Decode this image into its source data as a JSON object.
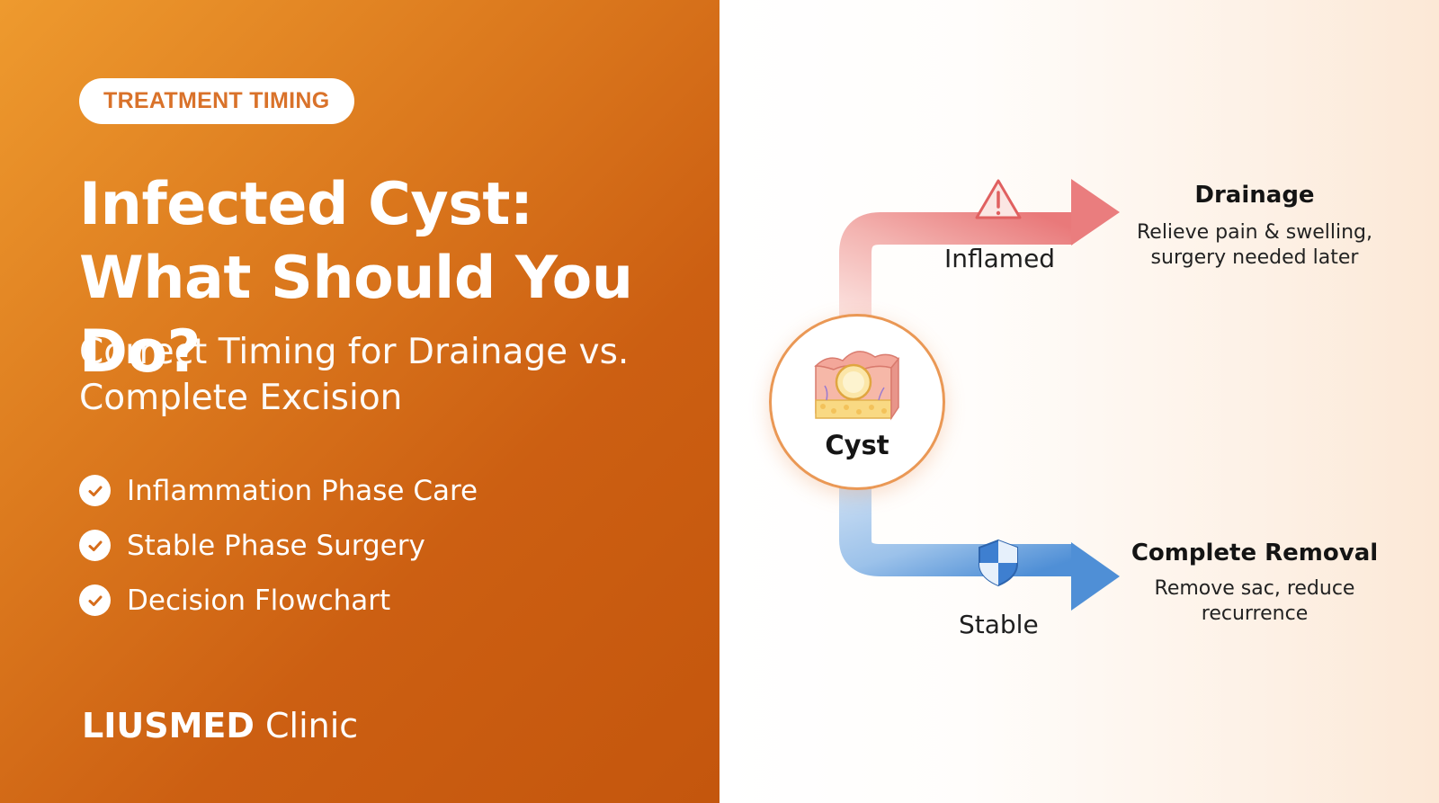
{
  "badge": "TREATMENT TIMING",
  "title": "Infected Cyst: What Should You Do?",
  "subtitle": "Correct Timing for Drainage vs. Complete Excision",
  "checklist": [
    {
      "label": "Inflammation Phase Care"
    },
    {
      "label": "Stable Phase Surgery"
    },
    {
      "label": "Decision Flowchart"
    }
  ],
  "brand": {
    "bold": "LIUSMED",
    "rest": " Clinic"
  },
  "flowchart": {
    "center": {
      "label": "Cyst",
      "icon": "skin-cross-section-icon"
    },
    "top_branch": {
      "condition": "Inflamed",
      "icon": "warning-triangle-icon",
      "title": "Drainage",
      "description": [
        "Relieve pain & swelling,",
        "surgery needed later"
      ],
      "color": "#e8676b"
    },
    "bottom_branch": {
      "condition": "Stable",
      "icon": "shield-icon",
      "title": "Complete Removal",
      "description": [
        "Remove sac, reduce",
        "recurrence"
      ],
      "color": "#4f8fd6"
    }
  },
  "colors": {
    "panel_gradient": [
      "#ee9a2e",
      "#c4560d"
    ],
    "badge_text": "#d9722a",
    "node_border": "#ea9855"
  }
}
